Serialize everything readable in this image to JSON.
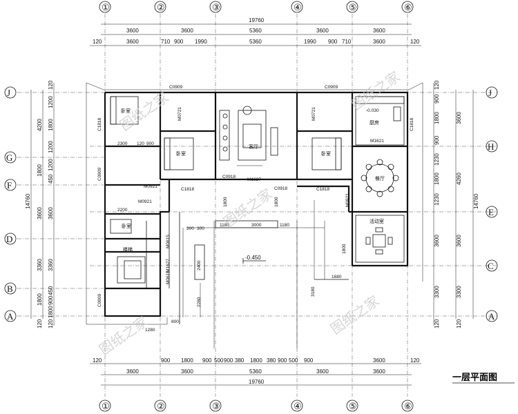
{
  "title": "一层平面图",
  "axes_vertical": [
    "①",
    "②",
    "③",
    "④",
    "⑤",
    "⑥"
  ],
  "axes_horizontal": [
    "J",
    "H",
    "G",
    "F",
    "E",
    "D",
    "C",
    "B",
    "A"
  ],
  "dims": {
    "total_width": "19760",
    "top_row1": [
      "3600",
      "3600",
      "5360",
      "3600",
      "3600"
    ],
    "top_row2": [
      "120",
      "3600",
      "710",
      "900",
      "1990",
      "5360",
      "1990",
      "900",
      "710",
      "3600",
      "120"
    ],
    "bottom_row1": [
      "120",
      "900",
      "1800",
      "900",
      "500",
      "900",
      "380",
      "1800",
      "380",
      "900",
      "500",
      "900",
      "3600",
      "120"
    ],
    "bottom_row2": [
      "3600",
      "3600",
      "5360",
      "3600",
      "3600"
    ],
    "left_outer": [
      "4200",
      "1800",
      "3600",
      "3360",
      "1800",
      "120",
      "14760"
    ],
    "left_inner": [
      "120",
      "1200",
      "1800",
      "1200",
      "1200",
      "450",
      "3600",
      "3360",
      "450",
      "900",
      "1800",
      "120"
    ],
    "right_outer": [
      "3600",
      "4260",
      "3600",
      "3300",
      "120",
      "14760"
    ],
    "right_inner": [
      "120",
      "900",
      "1800",
      "900",
      "1230",
      "1800",
      "1230",
      "3600",
      "3300",
      "120"
    ],
    "interior": [
      "2300",
      "120",
      "900",
      "2200",
      "3000",
      "1180",
      "1180",
      "1800",
      "1800",
      "300",
      "300",
      "2400",
      "2280",
      "3180",
      "1680",
      "1800",
      "1280",
      "800"
    ]
  },
  "rooms": {
    "kitchen": "厨房",
    "activity": "活动室",
    "bedroom": "卧室",
    "dining": "餐厅",
    "living": "客厅",
    "stair": "楼梯"
  },
  "level": "-0.450",
  "level_small": "-0.030",
  "doors": [
    "C0909",
    "C0909",
    "C1818",
    "C1818",
    "C0918",
    "C0918",
    "C1818",
    "C1818",
    "C0909",
    "C0909",
    "M1627",
    "M1621",
    "M0921",
    "M0921",
    "M1627",
    "M0615",
    "M0615",
    "M0721",
    "M0721",
    "M0921"
  ],
  "watermark": "图纸之家"
}
